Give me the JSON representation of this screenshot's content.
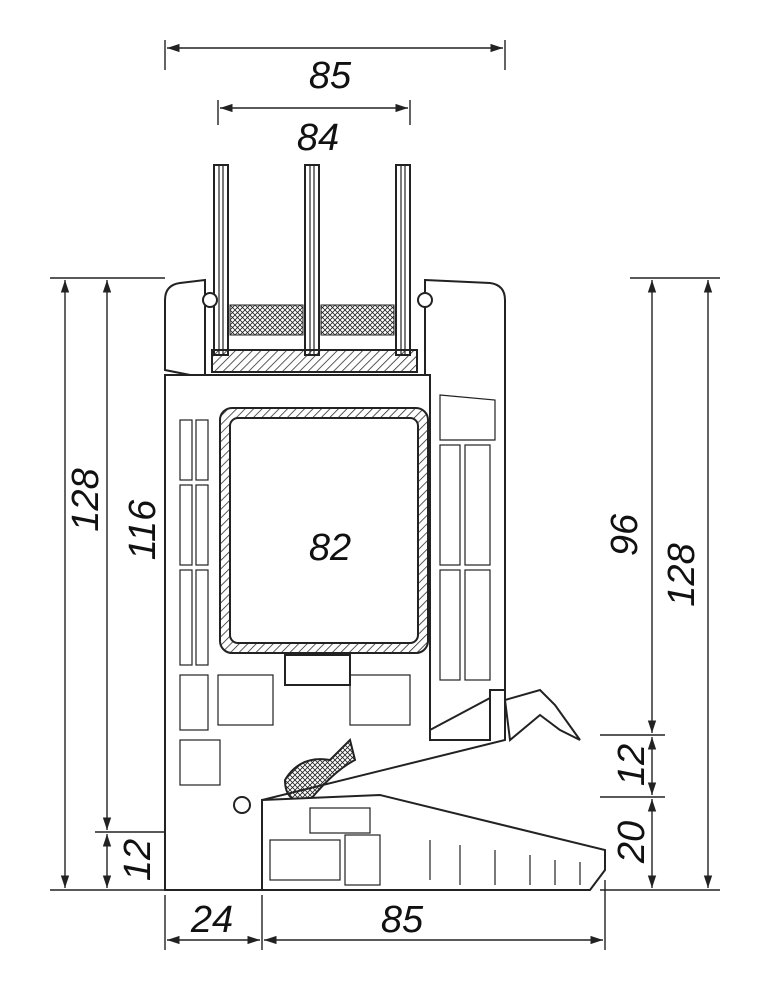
{
  "dimensions": {
    "top_outer_width": "85",
    "top_glass_width": "84",
    "left_total_height": "128",
    "left_sash_height": "116",
    "left_bottom_height": "12",
    "center_steel": "82",
    "right_upper_height": "96",
    "right_total_height": "128",
    "right_mid_height": "12",
    "right_sill_height": "20",
    "bottom_left_width": "24",
    "bottom_sill_width": "85"
  },
  "colors": {
    "line": "#222222",
    "background": "#ffffff"
  }
}
